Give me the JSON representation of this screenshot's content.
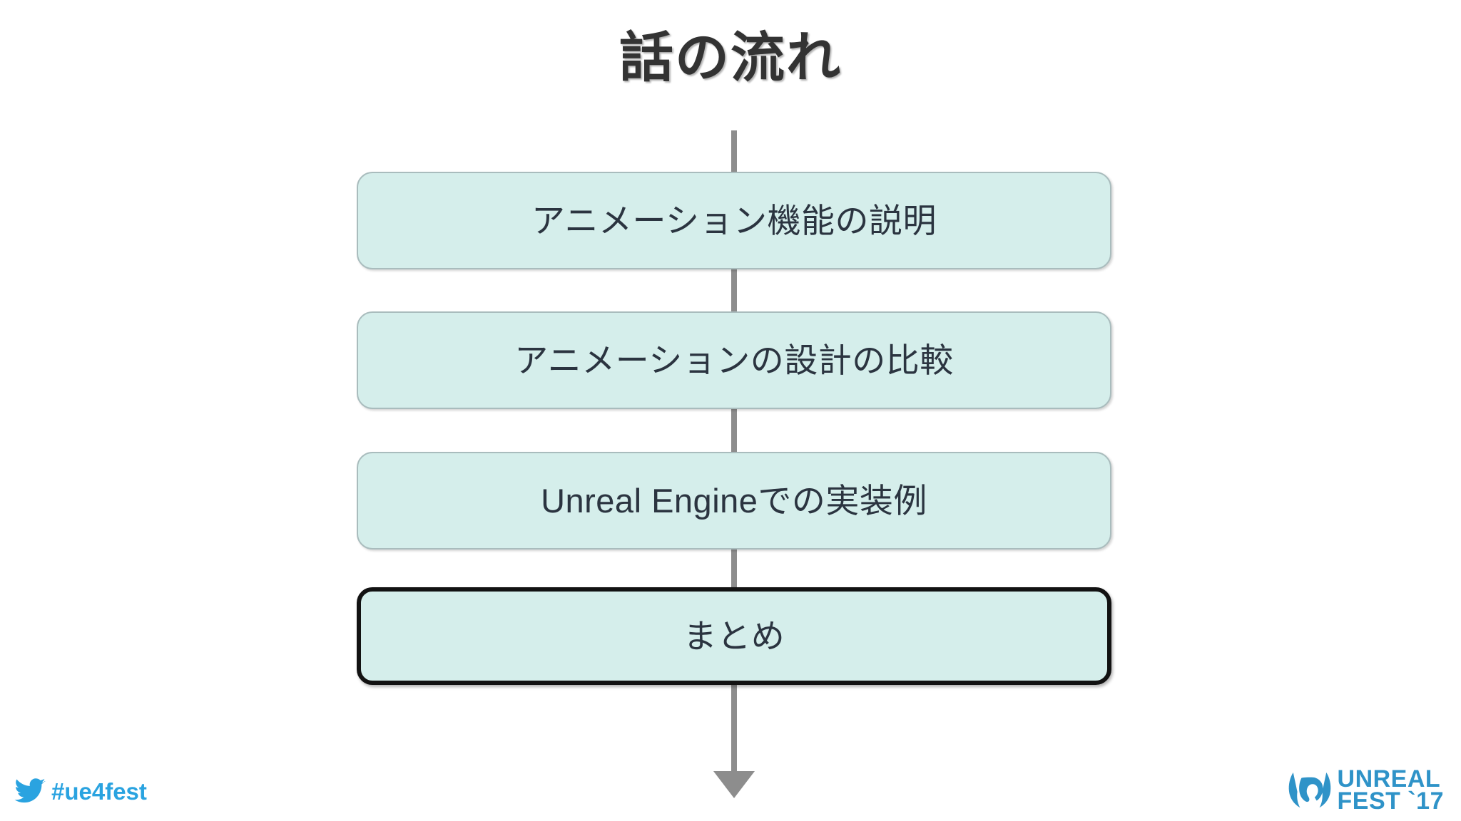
{
  "slide": {
    "title": "話の流れ",
    "background_color": "#ffffff",
    "title_color": "#333333"
  },
  "flow": {
    "connector_color": "#8d8d8d",
    "box_fill_color": "#d5eeeb",
    "box_border_color": "#a9bcbd",
    "highlight_border_color": "#121212",
    "boxes": [
      {
        "label": "アニメーション機能の説明",
        "highlighted": false
      },
      {
        "label": "アニメーションの設計の比較",
        "highlighted": false
      },
      {
        "label": "Unreal Engineでの実装例",
        "highlighted": false
      },
      {
        "label": "まとめ",
        "highlighted": true
      }
    ]
  },
  "footer": {
    "twitter": {
      "icon": "twitter-bird-icon",
      "handle": "#ue4fest",
      "color": "#2aa3e0"
    },
    "logo": {
      "mark": "unreal-engine-u-icon",
      "line1": "UNREAL",
      "line2": "FEST `17",
      "color": "#2f93c8"
    }
  }
}
